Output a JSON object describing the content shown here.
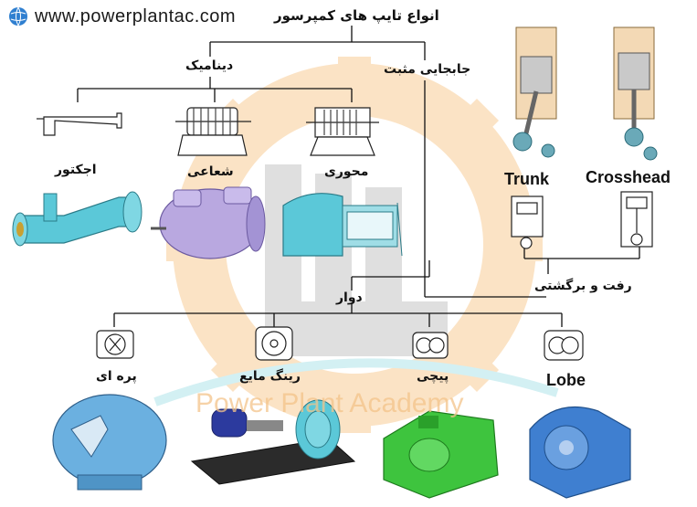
{
  "site": {
    "url": "www.powerplantac.com"
  },
  "watermark": "Power Plant Academy",
  "tree": {
    "root": "انواع تایپ های کمپرسور",
    "dynamic": "دینامیک",
    "positive": "جابجایی مثبت",
    "ejector": "اجکتور",
    "radial": "شعاعی",
    "axial": "محوری",
    "rotary": "دوار",
    "reciprocating": "رفت و برگشتی",
    "trunk": "Trunk",
    "crosshead": "Crosshead",
    "vane": "پره ای",
    "liquid_ring": "رینگ مایع",
    "screw": "پیچی",
    "lobe": "Lobe"
  },
  "colors": {
    "line": "#111111",
    "watermark_gear": "#fbe0bf",
    "watermark_factory": "#d9d9d9",
    "watermark_swoosh": "#cfeff2",
    "cyan": "#5bc8d8",
    "lavender": "#b9a8e0",
    "green": "#3ec43e",
    "blue": "#3f7fd0",
    "navy": "#2c3a9e"
  }
}
